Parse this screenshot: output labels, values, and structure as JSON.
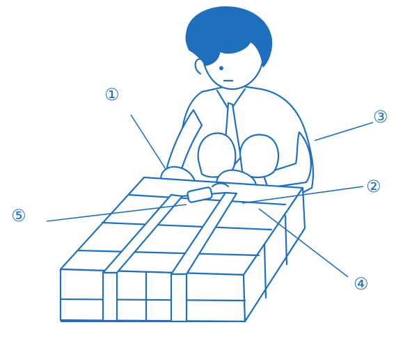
{
  "diagram": {
    "ink_color": "#1f6fbf",
    "labels": {
      "l1": "①",
      "l2": "②",
      "l3": "③",
      "l4": "④",
      "l5": "⑤"
    }
  }
}
